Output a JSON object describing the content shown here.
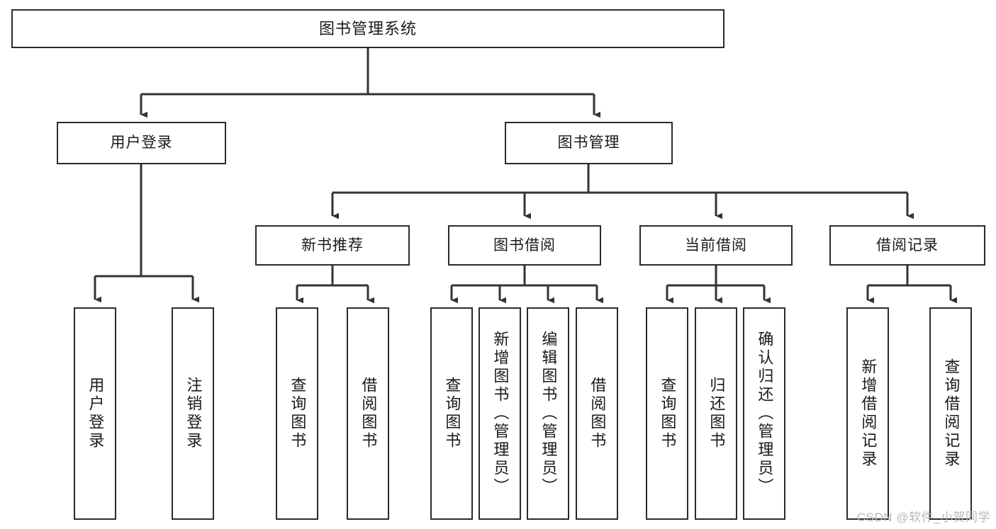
{
  "diagram": {
    "title": "图书管理系统",
    "type": "hierarchy-tree",
    "colors": {
      "box_border": "#2b2b2b",
      "box_fill": "#ffffff",
      "connector": "#333333",
      "text": "#1a1a1a",
      "watermark": "#b8b8b8"
    },
    "root": {
      "label": "图书管理系统"
    },
    "level1": [
      {
        "label": "用户登录"
      },
      {
        "label": "图书管理"
      }
    ],
    "level2": [
      {
        "label": "新书推荐"
      },
      {
        "label": "图书借阅"
      },
      {
        "label": "当前借阅"
      },
      {
        "label": "借阅记录"
      }
    ],
    "leaves": {
      "user_login": [
        {
          "label": "用户登录"
        },
        {
          "label": "注销登录"
        }
      ],
      "new_book_recommend": [
        {
          "label": "查询图书"
        },
        {
          "label": "借阅图书"
        }
      ],
      "book_borrow": [
        {
          "label": "查询图书"
        },
        {
          "label": "新增图书（管理员）"
        },
        {
          "label": "编辑图书（管理员）"
        },
        {
          "label": "借阅图书"
        }
      ],
      "current_borrow": [
        {
          "label": "查询图书"
        },
        {
          "label": "归还图书"
        },
        {
          "label": "确认归还（管理员）"
        }
      ],
      "borrow_record": [
        {
          "label": "新增借阅记录"
        },
        {
          "label": "查询借阅记录"
        }
      ]
    }
  },
  "watermark": {
    "text": "CSDN @软件_小贺同学"
  }
}
